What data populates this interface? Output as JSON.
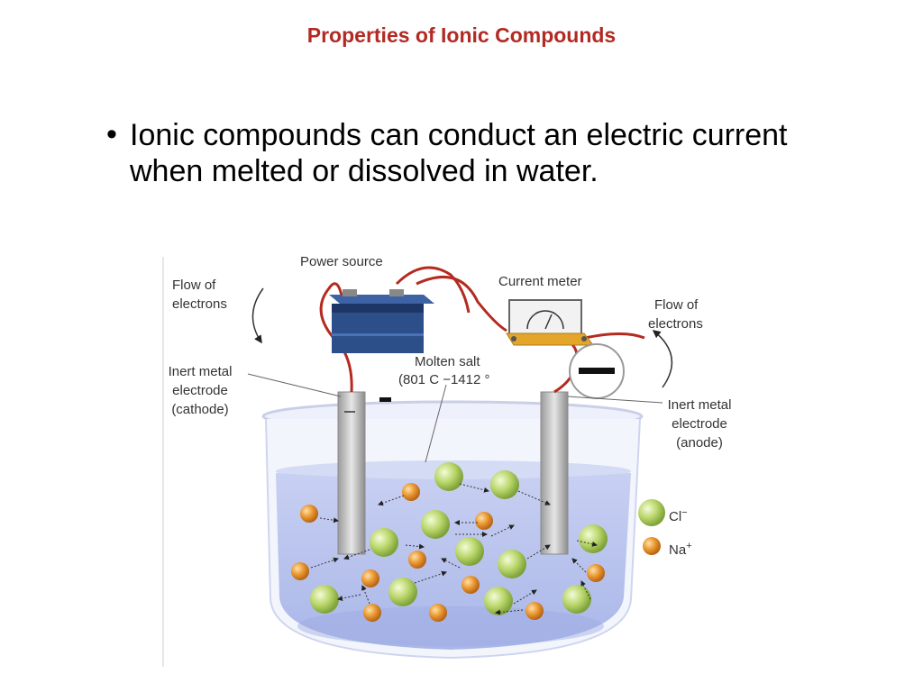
{
  "slide": {
    "title": "Properties of Ionic Compounds",
    "bullet": "Ionic compounds can conduct an electric current when melted or dissolved in water."
  },
  "diagram": {
    "labels": {
      "power_source": "Power source",
      "current_meter": "Current meter",
      "flow_left_1": "Flow of",
      "flow_left_2": "electrons",
      "flow_right_1": "Flow of",
      "flow_right_2": "electrons",
      "molten_salt": "Molten salt",
      "molten_temp": "(801  C −1412 °",
      "cathode_1": "Inert metal",
      "cathode_2": "electrode",
      "cathode_3": "(cathode)",
      "anode_1": "Inert metal",
      "anode_2": "electrode",
      "anode_3": "(anode)",
      "legend_cl": "Cl",
      "legend_cl_charge": "−",
      "legend_na": "Na",
      "legend_na_charge": "+",
      "cathode_sign": "−"
    },
    "colors": {
      "chloride": "#b9d66a",
      "sodium": "#e8962e",
      "wire": "#b52a20",
      "battery": "#2c4f8a",
      "meter": "#e3a62a",
      "liquid": "#b8c4ec"
    }
  }
}
